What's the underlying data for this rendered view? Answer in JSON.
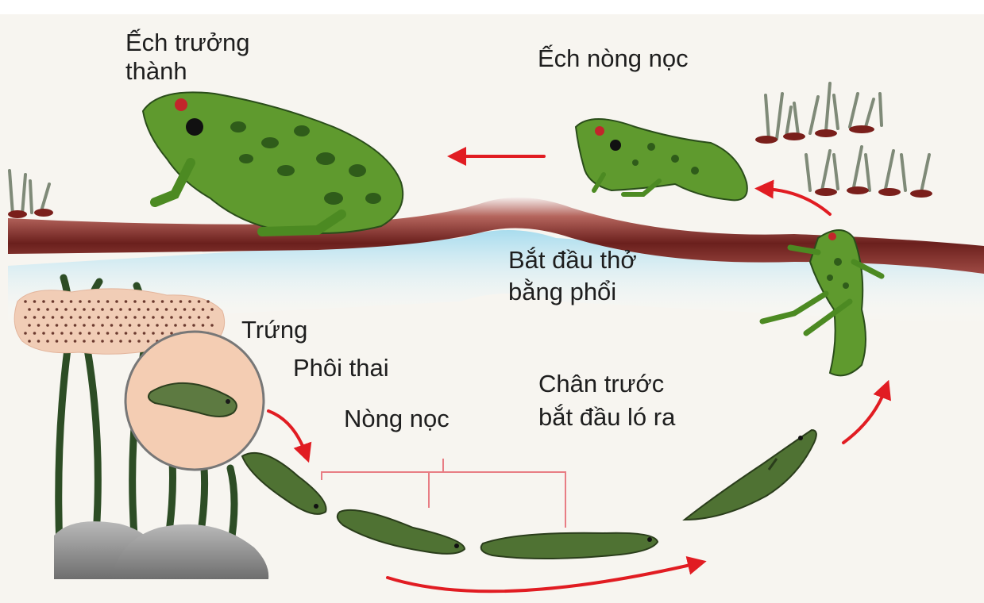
{
  "labels": {
    "adult_frog": [
      "Ếch trưởng",
      "thành"
    ],
    "froglet": "Ếch nòng nọc",
    "lungs": [
      "Bắt đầu thở",
      "bằng phổi"
    ],
    "eggs": "Trứng",
    "embryo": "Phôi thai",
    "tadpole": "Nòng nọc",
    "front_legs": [
      "Chân trước",
      "bắt đầu ló ra"
    ]
  },
  "colors": {
    "background": "#f7f5f0",
    "soil": "#7a2a26",
    "water": "#bfe6f2",
    "frog_green": "#5f9a2e",
    "frog_spots": "#2f5c1a",
    "tadpole": "#4f7233",
    "arrow": "#e11c22",
    "egg_mass": "#f1cdb6",
    "rock": "#8f8f8f",
    "weed": "#2d4d25"
  }
}
